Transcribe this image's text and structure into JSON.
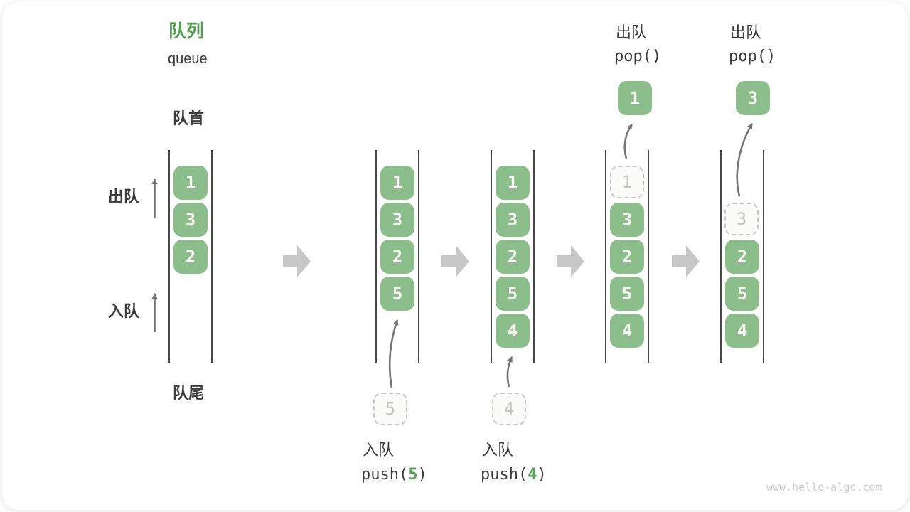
{
  "header": {
    "title_zh": "队列",
    "title_en": "queue"
  },
  "side_labels": {
    "front": "队首",
    "rear": "队尾",
    "dequeue": "出队",
    "enqueue": "入队"
  },
  "states": {
    "s1": {
      "boxes": [
        "1",
        "3",
        "2"
      ]
    },
    "s2": {
      "boxes": [
        "1",
        "3",
        "2",
        "5"
      ],
      "incoming": "5"
    },
    "s3": {
      "boxes": [
        "1",
        "3",
        "2",
        "5",
        "4"
      ],
      "incoming": "4"
    },
    "s4": {
      "boxes": [
        "3",
        "2",
        "5",
        "4"
      ],
      "removed": "1",
      "popped": "1"
    },
    "s5": {
      "boxes": [
        "2",
        "5",
        "4"
      ],
      "removed": "3",
      "popped": "3"
    }
  },
  "operations": {
    "push5": {
      "label": "入队",
      "code_fn": "push(",
      "code_arg": "5",
      "code_close": ")"
    },
    "push4": {
      "label": "入队",
      "code_fn": "push(",
      "code_arg": "4",
      "code_close": ")"
    },
    "pop1": {
      "label": "出队",
      "code": "pop()"
    },
    "pop2": {
      "label": "出队",
      "code": "pop()"
    }
  },
  "footer": {
    "watermark": "www.hello-algo.com"
  },
  "colors": {
    "element_green": "#8cbe8b",
    "title_green": "#4ba24b",
    "code_arg_green": "#55a455",
    "text_dark": "#3c3c3c",
    "block_arrow_gray": "#c7c7c7",
    "thin_arrow_gray": "#757575",
    "ghost_gray": "#c6c6c6",
    "wall_gray": "#474747",
    "watermark_gray": "#cccccc"
  }
}
